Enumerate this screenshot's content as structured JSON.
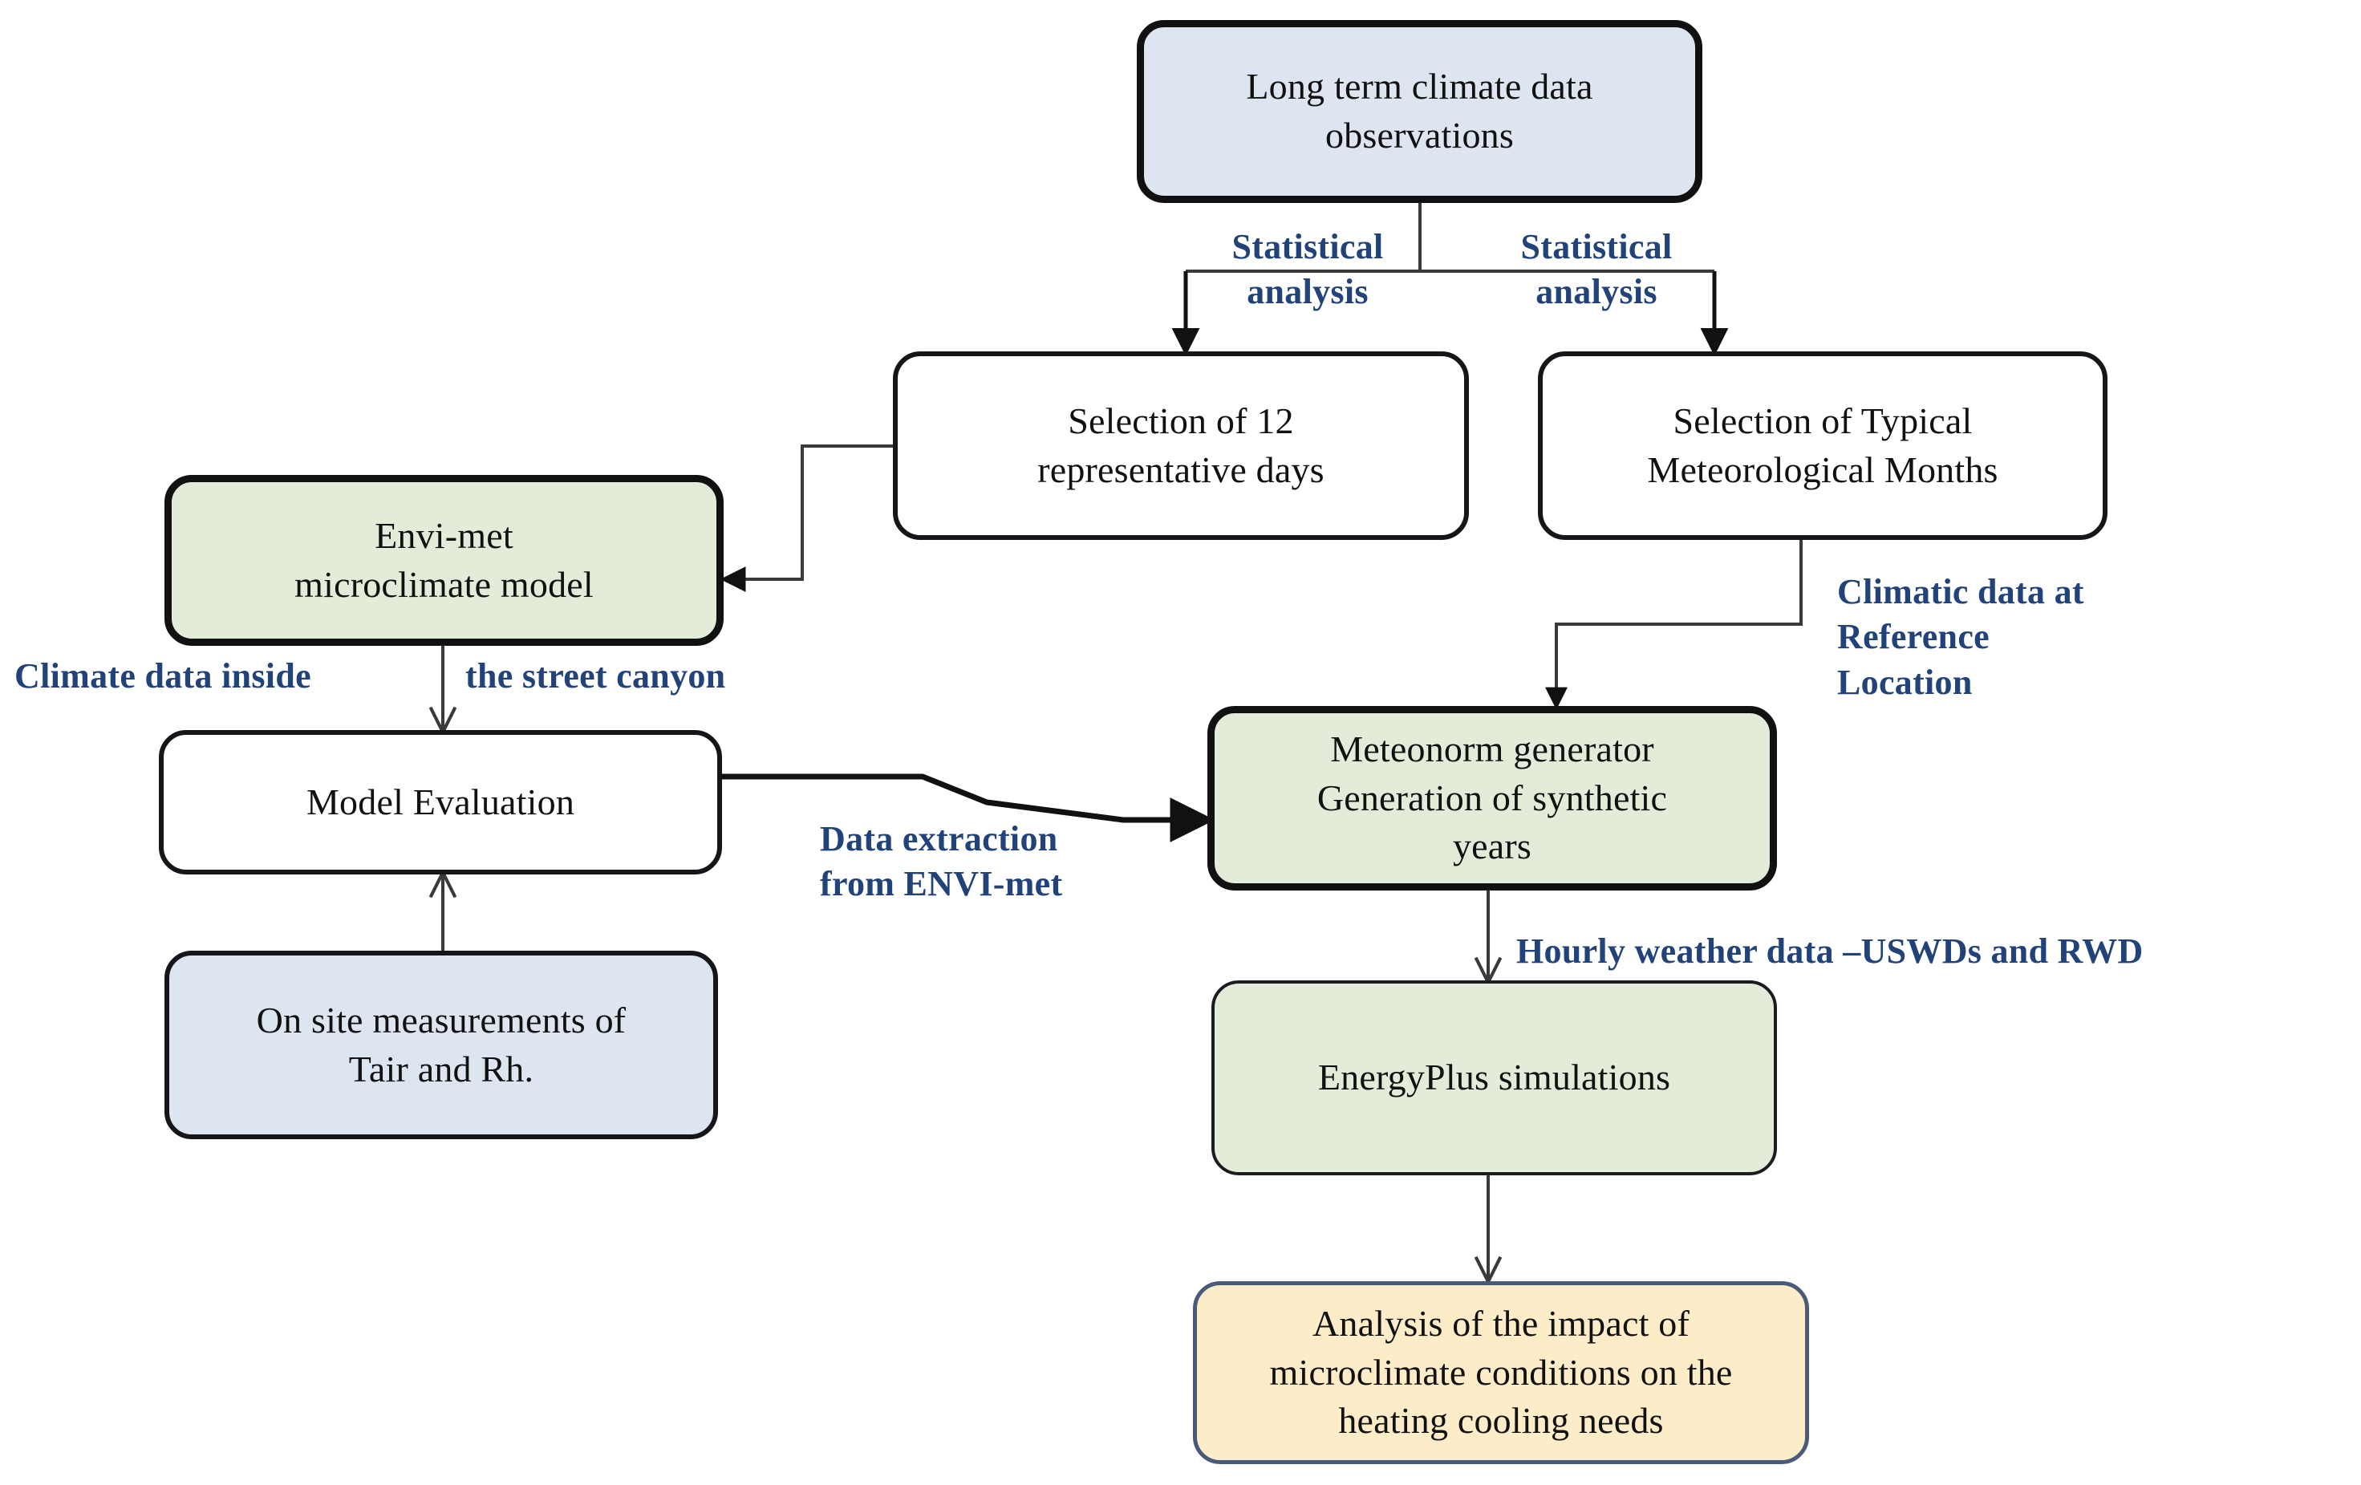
{
  "diagram": {
    "title": "Methodology flowchart linking long term climate observations to building heating and cooling needs",
    "colors": {
      "box_blue": "#dde5f0",
      "box_green": "#e3ecd9",
      "box_white": "#ffffff",
      "box_cream": "#fcecc8",
      "label_navy": "#22427a",
      "border_black": "#111111",
      "border_navy": "#4a5a7a"
    },
    "nodes": [
      {
        "id": "long-term-climate-data",
        "lines": [
          "Long term climate data",
          "observations"
        ],
        "fill": "#dde5f0"
      },
      {
        "id": "selection-12-days",
        "lines": [
          "Selection of 12",
          "representative days"
        ],
        "fill": "#ffffff"
      },
      {
        "id": "selection-typical-months",
        "lines": [
          "Selection of Typical",
          "Meteorological Months"
        ],
        "fill": "#ffffff"
      },
      {
        "id": "envi-met-model",
        "lines": [
          "Envi-met",
          "microclimate model"
        ],
        "fill": "#e3ecd9"
      },
      {
        "id": "model-evaluation",
        "lines": [
          "Model Evaluation"
        ],
        "fill": "#ffffff"
      },
      {
        "id": "on-site-measurements",
        "lines": [
          "On site measurements of",
          "Tair and Rh."
        ],
        "fill": "#dde5f0"
      },
      {
        "id": "meteonorm-generator",
        "lines": [
          "Meteonorm generator",
          "Generation of synthetic",
          "years"
        ],
        "fill": "#e3ecd9"
      },
      {
        "id": "energyplus-simulations",
        "lines": [
          "EnergyPlus simulations"
        ],
        "fill": "#e3ecd9"
      },
      {
        "id": "analysis-impact",
        "lines": [
          "Analysis of the impact of",
          "microclimate conditions on the",
          "heating cooling needs"
        ],
        "fill": "#fcecc8"
      }
    ],
    "edge_labels": [
      {
        "id": "statistical-analysis-left",
        "text": "Statistical\nanalysis"
      },
      {
        "id": "statistical-analysis-right",
        "text": "Statistical\nanalysis"
      },
      {
        "id": "climate-data-inside",
        "text": "Climate data inside"
      },
      {
        "id": "the-street-canyon",
        "text": "the street canyon"
      },
      {
        "id": "climatic-data-reference",
        "text": "Climatic data at\nReference\nLocation"
      },
      {
        "id": "data-extraction-envimet",
        "text": "Data extraction\nfrom ENVI-met"
      },
      {
        "id": "hourly-weather-data",
        "text": "Hourly weather data –USWDs and RWD"
      }
    ]
  }
}
